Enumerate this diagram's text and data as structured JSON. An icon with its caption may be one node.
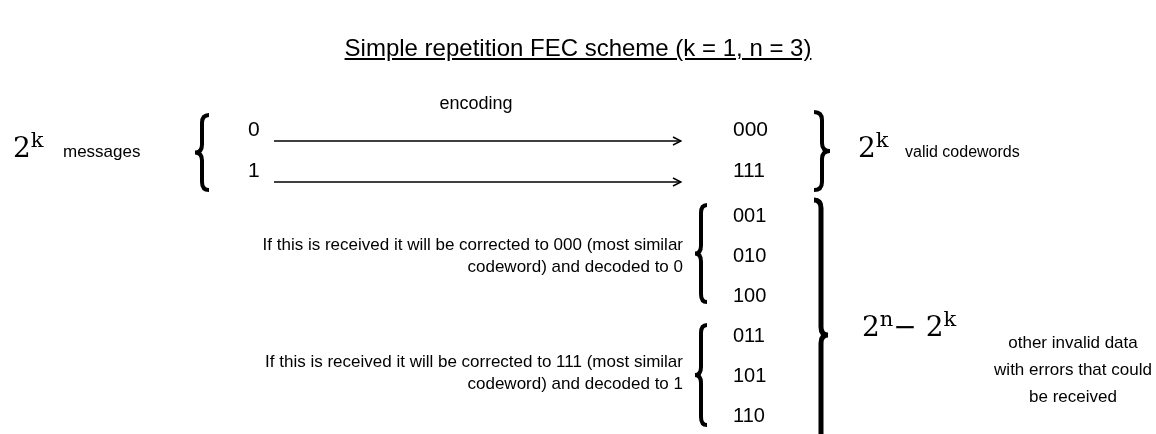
{
  "diagram": {
    "title": "Simple repetition FEC scheme (k = 1, n = 3)",
    "nodes": [
      {
        "text": [
          "0"
        ]
      },
      {
        "text": [
          "1"
        ]
      },
      {
        "text": [
          "000"
        ]
      },
      {
        "text": [
          "111"
        ]
      }
    ],
    "edges": [
      {
        "from": 0,
        "to": 2,
        "arrow": "to",
        "label": "encoding"
      },
      {
        "from": 1,
        "to": 3,
        "arrow": "to"
      }
    ],
    "labels": [
      "2$^{k}$",
      "messages",
      "2$^{k}$",
      "valid codewords",
      "If this is received it will be corrected to 000 (most similar codeword) and decoded to 0",
      "001",
      "010",
      "100",
      "If this is received it will be corrected to 111 (most similar codeword) and decoded to 1",
      "011",
      "101",
      "110",
      "2$^{n}$− 2$^{k}$",
      "other invalid data with errors that could be received"
    ]
  }
}
